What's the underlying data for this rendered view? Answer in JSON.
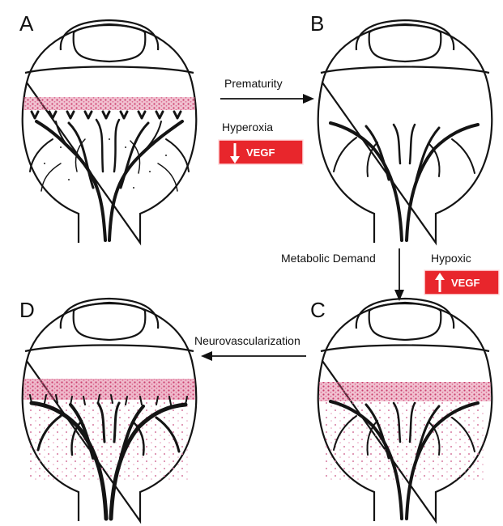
{
  "figure": {
    "panels": {
      "a": {
        "letter": "A"
      },
      "b": {
        "letter": "B"
      },
      "c": {
        "letter": "C"
      },
      "d": {
        "letter": "D"
      }
    },
    "steps": {
      "prematurity": {
        "label": "Prematurity"
      },
      "hyperoxia": {
        "label": "Hyperoxia",
        "badge": "VEGF",
        "direction": "down"
      },
      "metabolic": {
        "label": "Metabolic Demand"
      },
      "hypoxic": {
        "label": "Hypoxic",
        "badge": "VEGF",
        "direction": "up"
      },
      "neovascular": {
        "label": "Neurovascularization"
      }
    },
    "colors": {
      "badge_red": "#e8262c",
      "retina_pink": "#d8507c",
      "ink": "#141414"
    }
  }
}
